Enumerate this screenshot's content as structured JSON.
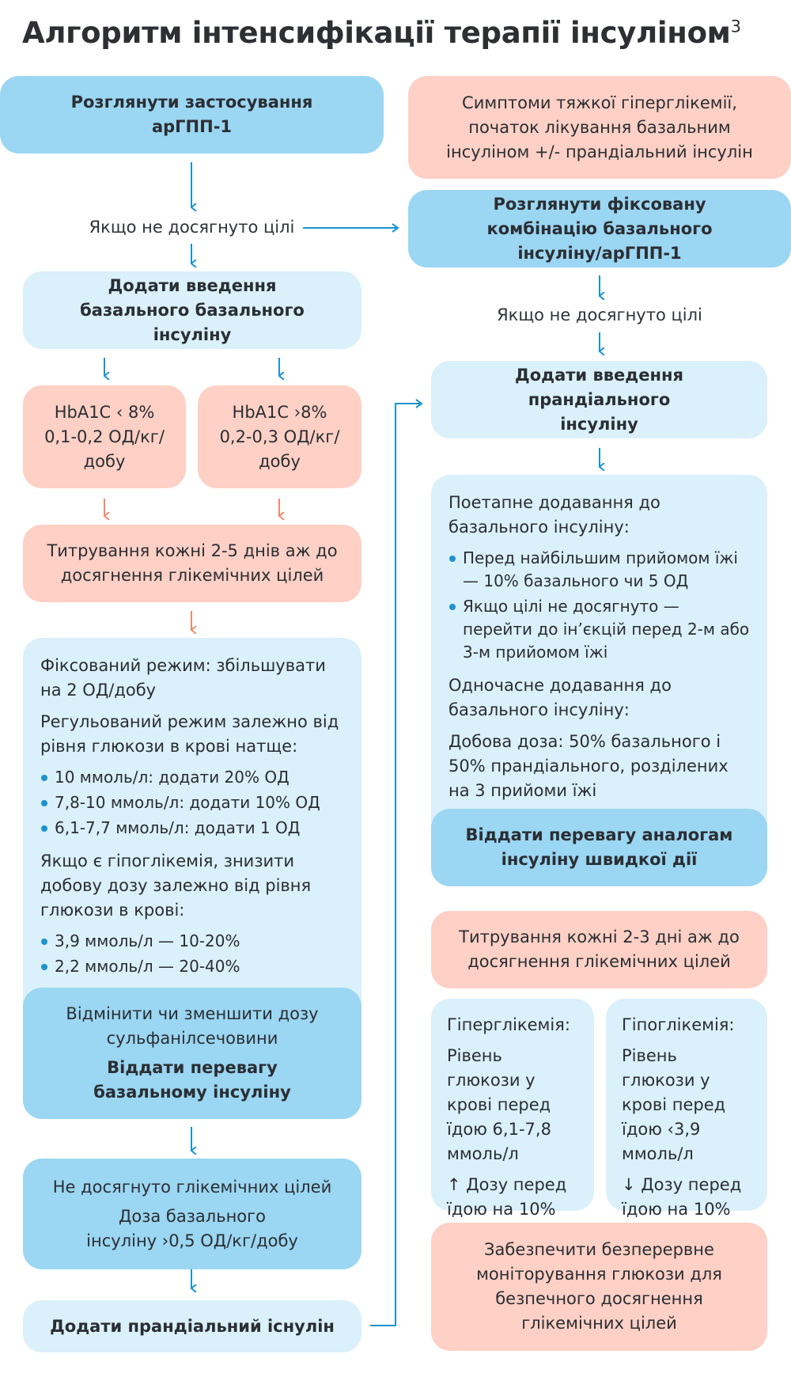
{
  "title": "Алгоритм інтенсифікації терапії інсуліном",
  "title_sup": "3",
  "left": {
    "consider": "Розглянути застосування арГПП-1",
    "if_not_goal": "Якщо не досягнуто цілі",
    "add_basal": "Додати введення базального базального інсуліну",
    "hba_low": "HbA1C ‹ 8% 0,1-0,2 ОД/кг/добу",
    "hba_high": "HbA1C ›8% 0,2-0,3 ОД/кг/добу",
    "titration": "Титрування кожні 2-5 днів аж до досягнення глікемічних цілей",
    "fixed": "Фіксований режим: збільшувати на 2 ОД/добу",
    "regulated": "Регульований режим залежно від рівня глюкози в крові натще:",
    "reg_items": [
      "10 ммоль/л: додати 20% ОД",
      "7,8-10 ммоль/л: додати 10% ОД",
      "6,1-7,7 ммоль/л: додати 1 ОД"
    ],
    "hypo": "Якщо є гіпоглікемія, знизити добову дозу залежно від рівня глюкози в крові:",
    "hypo_items": [
      "3,9 ммоль/л — 10-20%",
      "2,2 ммоль/л — 20-40%"
    ],
    "cancel": "Відмінити чи зменшити дозу сульфанілсечовини",
    "prefer_basal": "Віддати перевагу базальному інсуліну",
    "not_reached": "Не досягнуто глікемічних цілей",
    "dose": "Доза базального інсуліну ›0,5 ОД/кг/добу",
    "add_prandial": "Додати прандіальний існулін"
  },
  "right": {
    "symptoms": "Симптоми тяжкої гіперглікемії, початок лікування базальним інсуліном +/- прандіальний інсулін",
    "fixed_combo": "Розглянути фіксовану комбінацію базального інсуліну/арГПП-1",
    "if_not_goal": "Якщо не досягнуто цілі",
    "add_prandial": "Додати введення прандіального інсуліну",
    "stepwise": "Поетапне додавання до базального інсуліну:",
    "step_items": [
      "Перед найбільшим прийомом їжі — 10% базального чи 5 ОД",
      "Якщо цілі не досягнуто — перейти до ін’єкцій перед 2-м або 3-м прийомом їжі"
    ],
    "simultaneous": "Одночасне додавання до базального інсуліну:",
    "daily": "Добова доза: 50% базального і 50% прандіального, розділених на 3 прийоми їжі",
    "prefer_fast": "Віддати перевагу аналогам інсуліну швидкої дії",
    "titration": "Титрування кожні 2-3 дні аж до досягнення глікемічних цілей",
    "hyper_title": "Гіперглікемія:",
    "hyper_text": "Рівень глюкози у крові перед їдою 6,1-7,8 ммоль/л",
    "hyper_action": "↑ Дозу перед їдою на 10%",
    "hypo_title": "Гіпоглікемія:",
    "hypo_text": "Рівень глюкози у крові перед їдою ‹3,9 ммоль/л",
    "hypo_action": "↓ Дозу перед їдою на 10%",
    "monitor": "Забезпечити безперервне моніторування глюкози для безпечного досягнення глікемічних цілей"
  },
  "colors": {
    "blue": "#9bd6f2",
    "light_blue": "#daf0fa",
    "pink": "#ffd0c5",
    "arrow_blue": "#1b93d0",
    "arrow_pink": "#f08a6e"
  }
}
